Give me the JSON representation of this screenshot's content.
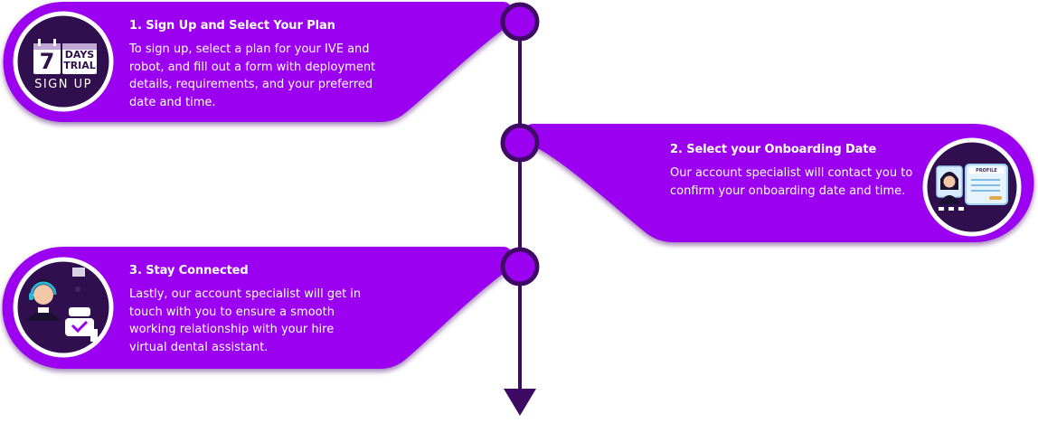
{
  "colors": {
    "card": "#9b00f0",
    "card_shadow": "#5a1a80",
    "icon_bg": "#2f0f4d",
    "timeline": "#3d0b63",
    "node_fill": "#9b00f0",
    "text": "#ffffff"
  },
  "steps": [
    {
      "title": "1. Sign Up and Select Your Plan",
      "body": "To sign up, select a plan for your IVE and robot, and fill out a form with deployment details, requirements, and your preferred date and time.",
      "icon": "calendar-trial-icon"
    },
    {
      "title": "2. Select your Onboarding Date",
      "body": "Our account specialist will contact you to confirm your onboarding date and time.",
      "icon": "profile-specialist-icon"
    },
    {
      "title": "3. Stay Connected",
      "body": "Lastly, our account specialist will get in touch with you to ensure a smooth working relationship with your hire virtual dental assistant.",
      "icon": "support-robot-icon"
    }
  ],
  "badge": {
    "number": "7",
    "line1": "DAYS",
    "line2": "TRIAL",
    "caption": "SIGN UP"
  },
  "profile_label": "PROFILE"
}
